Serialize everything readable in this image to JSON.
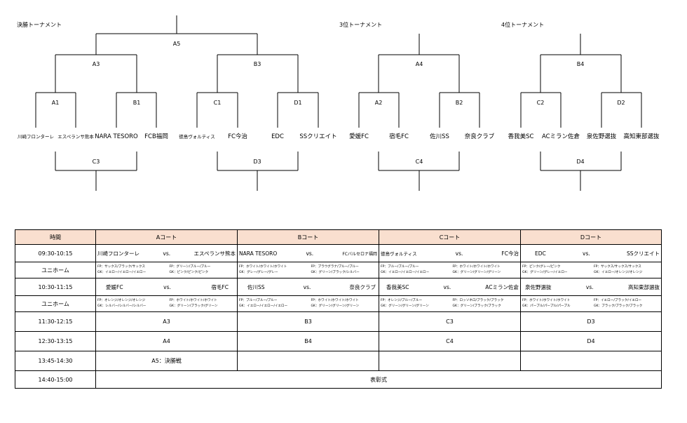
{
  "titles": {
    "final": "決勝トーナメント",
    "third": "3位トーナメント",
    "fourth": "4位トーナメント"
  },
  "labels": {
    "A5": "A5",
    "A3": "A3",
    "B3": "B3",
    "A4": "A4",
    "B4": "B4",
    "A1": "A1",
    "B1": "B1",
    "C1": "C1",
    "D1": "D1",
    "A2": "A2",
    "B2": "B2",
    "C2": "C2",
    "D2": "D2",
    "C3": "C3",
    "D3": "D3",
    "C4": "C4",
    "D4": "D4"
  },
  "teams": [
    "川崎フロンターレ",
    "エスペランサ熊本",
    "NARA TESORO",
    "FCB福岡",
    "徳島ヴォルティス",
    "FC今治",
    "EDC",
    "SSクリエイト",
    "愛媛FC",
    "宿毛FC",
    "佐川SS",
    "奈良クラブ",
    "香我美SC",
    "ACミラン佐倉",
    "泉佐野選抜",
    "高知東部選抜"
  ],
  "table": {
    "headers": [
      "時間",
      "Aコート",
      "Bコート",
      "Cコート",
      "Dコート"
    ],
    "vs": "vs.",
    "uniform_label": "ユニホーム",
    "rows": {
      "r1": {
        "time": "09:30-10:15",
        "A": {
          "home": "川崎フロンターレ",
          "away": "エスペランサ熊本"
        },
        "B": {
          "home": "NARA TESORO",
          "away": "FCバルセロナ福岡"
        },
        "C": {
          "home": "徳島ヴォルティス",
          "away": "FC今治"
        },
        "D": {
          "home": "EDC",
          "away": "SSクリエイト"
        }
      },
      "u1": {
        "A": [
          "FP：サックス/ブラック/サックス",
          "FP：グリーン/ブルー/ブルー",
          "GK：イエロー/イエロー/イエロー",
          "GK：ピンク/ピンク/ピンク"
        ],
        "B": [
          "FP：ホワイト/ホワイト/ホワイト",
          "FP：プラウグラナ/ブルー/ブルー",
          "GK：グレー/グレー/グレー",
          "GK：グリーン/ブラック/シルバー"
        ],
        "C": [
          "FP：ブルー/ブルー/ブルー",
          "FP：ホワイト/ホワイト/ホワイト",
          "GK：イエロー/イエロー/イエロー",
          "GK：グリーン/グリーン/グリーン"
        ],
        "D": [
          "FP：ピンク/グレー/ピンク",
          "FP：サックス/サックス/サックス",
          "GK：グリーン/グレー/イエロー",
          "GK：イエロー/オレンジ/オレンジ"
        ]
      },
      "r2": {
        "time": "10:30-11:15",
        "A": {
          "home": "愛媛FC",
          "away": "宿毛FC"
        },
        "B": {
          "home": "佐川SS",
          "away": "奈良クラブ"
        },
        "C": {
          "home": "香我美SC",
          "away": "ACミラン佐倉"
        },
        "D": {
          "home": "泉佐野選抜",
          "away": "高知東部選抜"
        }
      },
      "u2": {
        "A": [
          "FP：オレンジ/オレンジ/オレンジ",
          "FP：ホワイト/ホワイト/ホワイト",
          "GK：シルバー/シルバー/シルバー",
          "GK：グリーン/ブラック/グリーン"
        ],
        "B": [
          "FP：ブルー/ブルー/ブルー",
          "FP：ホワイト/ホワイト/ホワイト",
          "GK：イエロー/イエロー/イエロー",
          "GK：グリーン/グリーン/グリーン"
        ],
        "C": [
          "FP：オレンジ/ブルー/ブルー",
          "FP：ロッソネロ/ブラック/ブラック",
          "GK：グリーン/グリーン/グリーン",
          "GK：グリーン/ブラック/ブラック"
        ],
        "D": [
          "FP：ホワイト/ホワイト/ホワイト",
          "FP：イエロー/ブラック/イエロー",
          "GK：パープル/パープル/パープル",
          "GK：ブラック/ブラック/ブラック"
        ]
      },
      "r3": {
        "time": "11:30-12:15",
        "A": "A3",
        "B": "B3",
        "C": "C3",
        "D": "D3"
      },
      "r4": {
        "time": "12:30-13:15",
        "A": "A4",
        "B": "B4",
        "C": "C4",
        "D": "D4"
      },
      "r5": {
        "time": "13:45-14:30",
        "A": "A5：決勝戦"
      },
      "r6": {
        "time": "14:40-15:00",
        "all": "表彰式"
      }
    }
  }
}
